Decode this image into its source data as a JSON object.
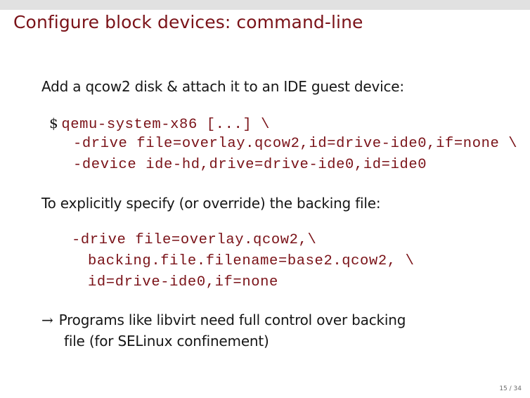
{
  "slide": {
    "title": "Configure block devices: command-line",
    "intro": "Add a qcow2 disk & attach it to an IDE guest device:",
    "command1": {
      "prompt": "$",
      "lines": [
        "qemu-system-x86 [...] \\",
        "-drive file=overlay.qcow2,id=drive-ide0,if=none \\",
        "-device ide-hd,drive=drive-ide0,id=ide0"
      ]
    },
    "backing_intro": "To explicitly specify (or override) the backing file:",
    "command2": {
      "lines": [
        "-drive file=overlay.qcow2,\\",
        "backing.file.filename=base2.qcow2, \\",
        "id=drive-ide0,if=none"
      ]
    },
    "note": {
      "arrow_icon": "→",
      "line1": "Programs like libvirt need full control over backing",
      "line2": "file (for SELinux confinement)"
    },
    "page_number": "15 / 34"
  },
  "colors": {
    "title": "#7a1218",
    "code": "#7a1218",
    "text": "#161616",
    "topbar": "#e1e1e1"
  }
}
